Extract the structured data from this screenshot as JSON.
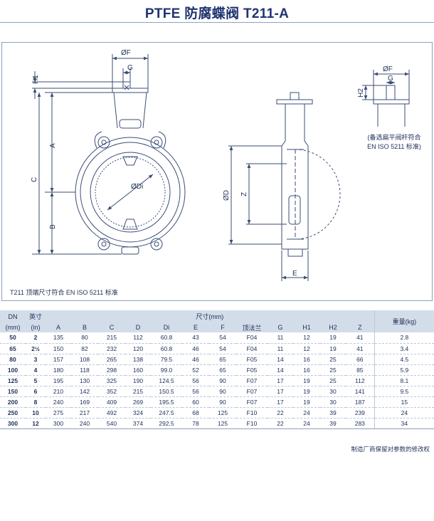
{
  "title": "PTFE 防腐蝶阀 T211-A",
  "drawing": {
    "labels": {
      "phi_f": "ØF",
      "g": "G",
      "h1": "H1",
      "a": "A",
      "c": "C",
      "b": "B",
      "phi_di": "ØDi",
      "phi_d": "ØD",
      "z": "Z",
      "e": "E",
      "phi_f_detail": "ØF",
      "g_detail": "G",
      "h2": "H2"
    },
    "note_bottom": "T211 顶端尺寸符合 EN ISO 5211 标准",
    "note_right_line1": "(备选扁平阀杆符合",
    "note_right_line2": "EN ISO 5211 标准)"
  },
  "table": {
    "header": {
      "dn": "DN",
      "dn_unit": "(mm)",
      "inch": "英寸",
      "inch_unit": "(in)",
      "dims_group": "尺寸(mm)",
      "weight": "重量(kg)",
      "cols": [
        "A",
        "B",
        "C",
        "D",
        "Di",
        "E",
        "F",
        "顶法兰",
        "G",
        "H1",
        "H2",
        "Z"
      ]
    },
    "rows": [
      {
        "dn": "50",
        "inch": "2",
        "A": "135",
        "B": "80",
        "C": "215",
        "D": "112",
        "Di": "60.8",
        "E": "43",
        "F": "54",
        "flange": "F04",
        "G": "11",
        "H1": "12",
        "H2": "19",
        "Z": "41",
        "weight": "2.8"
      },
      {
        "dn": "65",
        "inch": "2½",
        "A": "150",
        "B": "82",
        "C": "232",
        "D": "120",
        "Di": "60.8",
        "E": "46",
        "F": "54",
        "flange": "F04",
        "G": "11",
        "H1": "12",
        "H2": "19",
        "Z": "41",
        "weight": "3.4"
      },
      {
        "dn": "80",
        "inch": "3",
        "A": "157",
        "B": "108",
        "C": "265",
        "D": "138",
        "Di": "79.5",
        "E": "46",
        "F": "65",
        "flange": "F05",
        "G": "14",
        "H1": "16",
        "H2": "25",
        "Z": "66",
        "weight": "4.5"
      },
      {
        "dn": "100",
        "inch": "4",
        "A": "180",
        "B": "118",
        "C": "298",
        "D": "160",
        "Di": "99.0",
        "E": "52",
        "F": "65",
        "flange": "F05",
        "G": "14",
        "H1": "16",
        "H2": "25",
        "Z": "85",
        "weight": "5.9"
      },
      {
        "dn": "125",
        "inch": "5",
        "A": "195",
        "B": "130",
        "C": "325",
        "D": "190",
        "Di": "124.5",
        "E": "56",
        "F": "90",
        "flange": "F07",
        "G": "17",
        "H1": "19",
        "H2": "25",
        "Z": "112",
        "weight": "8.1"
      },
      {
        "dn": "150",
        "inch": "6",
        "A": "210",
        "B": "142",
        "C": "352",
        "D": "215",
        "Di": "150.5",
        "E": "56",
        "F": "90",
        "flange": "F07",
        "G": "17",
        "H1": "19",
        "H2": "30",
        "Z": "141",
        "weight": "9.5"
      },
      {
        "dn": "200",
        "inch": "8",
        "A": "240",
        "B": "169",
        "C": "409",
        "D": "269",
        "Di": "195.5",
        "E": "60",
        "F": "90",
        "flange": "F07",
        "G": "17",
        "H1": "19",
        "H2": "30",
        "Z": "187",
        "weight": "15"
      },
      {
        "dn": "250",
        "inch": "10",
        "A": "275",
        "B": "217",
        "C": "492",
        "D": "324",
        "Di": "247.5",
        "E": "68",
        "F": "125",
        "flange": "F10",
        "G": "22",
        "H1": "24",
        "H2": "39",
        "Z": "239",
        "weight": "24"
      },
      {
        "dn": "300",
        "inch": "12",
        "A": "300",
        "B": "240",
        "C": "540",
        "D": "374",
        "Di": "292.5",
        "E": "78",
        "F": "125",
        "flange": "F10",
        "G": "22",
        "H1": "24",
        "H2": "39",
        "Z": "283",
        "weight": "34"
      }
    ]
  },
  "footnote": "制造厂商保留对参数的修改权",
  "colors": {
    "ink": "#1f2f55",
    "line": "#3a4d75",
    "header_bg": "#d2dde9",
    "frame": "#8aa0bf"
  }
}
